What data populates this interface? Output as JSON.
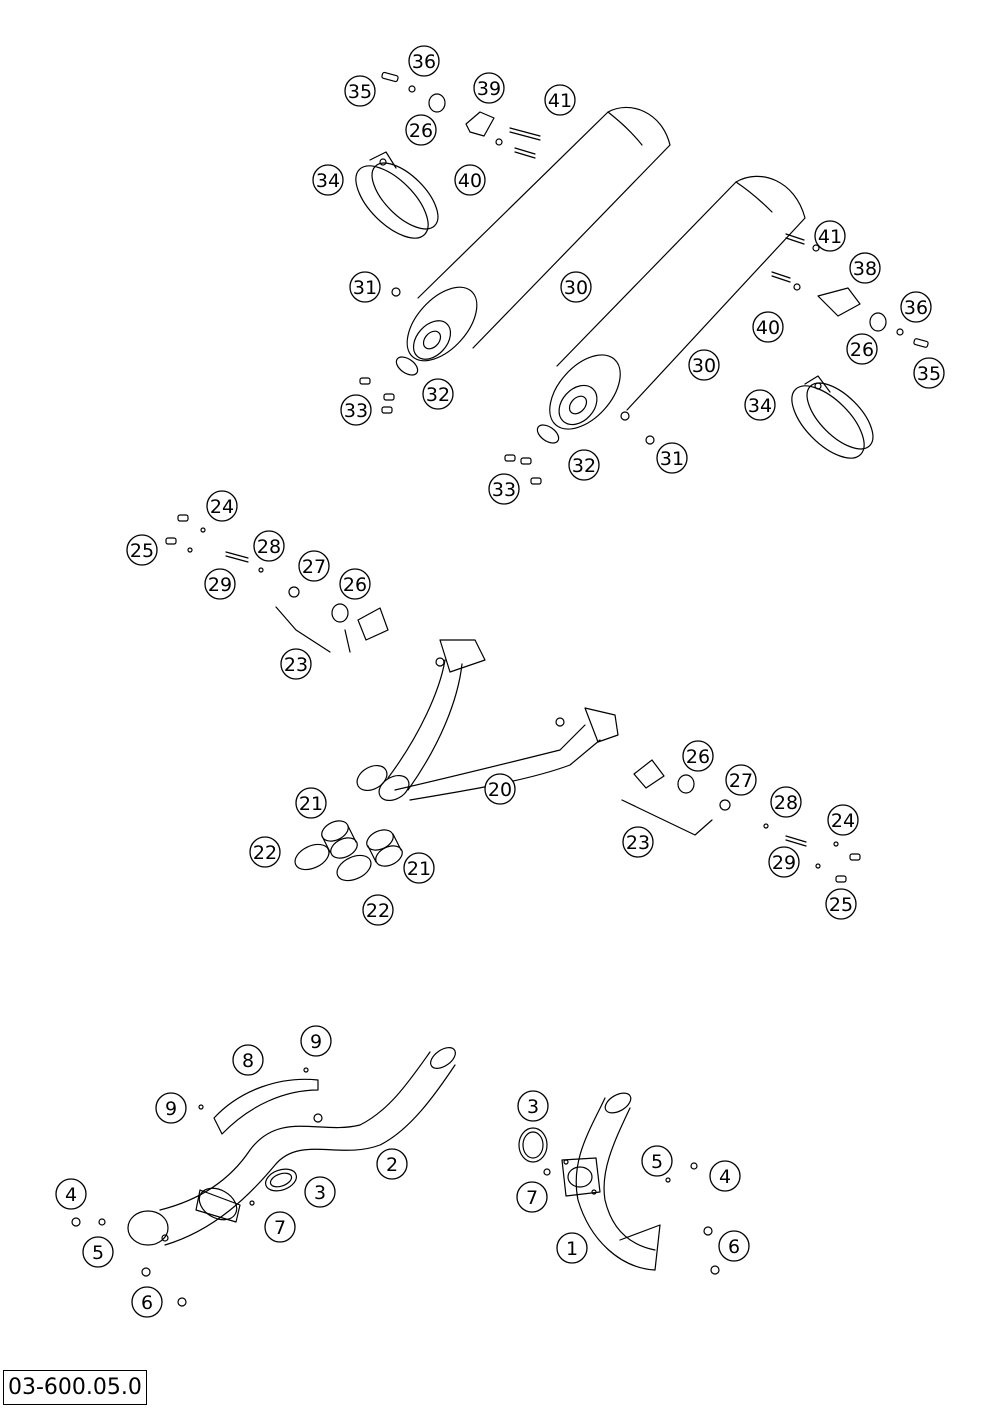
{
  "reference_code": "03-600.05.0",
  "callouts": [
    {
      "id": "c-36-a",
      "text": "36"
    },
    {
      "id": "c-35-a",
      "text": "35"
    },
    {
      "id": "c-39",
      "text": "39"
    },
    {
      "id": "c-41-a",
      "text": "41"
    },
    {
      "id": "c-26-a",
      "text": "26"
    },
    {
      "id": "c-34-a",
      "text": "34"
    },
    {
      "id": "c-40-a",
      "text": "40"
    },
    {
      "id": "c-41-b",
      "text": "41"
    },
    {
      "id": "c-38",
      "text": "38"
    },
    {
      "id": "c-36-b",
      "text": "36"
    },
    {
      "id": "c-31-a",
      "text": "31"
    },
    {
      "id": "c-30-a",
      "text": "30"
    },
    {
      "id": "c-40-b",
      "text": "40"
    },
    {
      "id": "c-26-b",
      "text": "26"
    },
    {
      "id": "c-30-b",
      "text": "30"
    },
    {
      "id": "c-35-b",
      "text": "35"
    },
    {
      "id": "c-32-a",
      "text": "32"
    },
    {
      "id": "c-33-a",
      "text": "33"
    },
    {
      "id": "c-34-b",
      "text": "34"
    },
    {
      "id": "c-31-b",
      "text": "31"
    },
    {
      "id": "c-32-b",
      "text": "32"
    },
    {
      "id": "c-33-b",
      "text": "33"
    },
    {
      "id": "c-24-a",
      "text": "24"
    },
    {
      "id": "c-25-a",
      "text": "25"
    },
    {
      "id": "c-28-a",
      "text": "28"
    },
    {
      "id": "c-29-a",
      "text": "29"
    },
    {
      "id": "c-27-a",
      "text": "27"
    },
    {
      "id": "c-26-c",
      "text": "26"
    },
    {
      "id": "c-23-a",
      "text": "23"
    },
    {
      "id": "c-20",
      "text": "20"
    },
    {
      "id": "c-26-d",
      "text": "26"
    },
    {
      "id": "c-27-b",
      "text": "27"
    },
    {
      "id": "c-21-a",
      "text": "21"
    },
    {
      "id": "c-28-b",
      "text": "28"
    },
    {
      "id": "c-24-b",
      "text": "24"
    },
    {
      "id": "c-23-b",
      "text": "23"
    },
    {
      "id": "c-22-a",
      "text": "22"
    },
    {
      "id": "c-21-b",
      "text": "21"
    },
    {
      "id": "c-29-b",
      "text": "29"
    },
    {
      "id": "c-25-b",
      "text": "25"
    },
    {
      "id": "c-22-b",
      "text": "22"
    },
    {
      "id": "c-9-a",
      "text": "9"
    },
    {
      "id": "c-8",
      "text": "8"
    },
    {
      "id": "c-9-b",
      "text": "9"
    },
    {
      "id": "c-3-a",
      "text": "3"
    },
    {
      "id": "c-2",
      "text": "2"
    },
    {
      "id": "c-5-a",
      "text": "5"
    },
    {
      "id": "c-4-a",
      "text": "4"
    },
    {
      "id": "c-3-b",
      "text": "3"
    },
    {
      "id": "c-7-a",
      "text": "7"
    },
    {
      "id": "c-4-b",
      "text": "4"
    },
    {
      "id": "c-7-b",
      "text": "7"
    },
    {
      "id": "c-5-b",
      "text": "5"
    },
    {
      "id": "c-1",
      "text": "1"
    },
    {
      "id": "c-6-a",
      "text": "6"
    },
    {
      "id": "c-6-b",
      "text": "6"
    }
  ]
}
